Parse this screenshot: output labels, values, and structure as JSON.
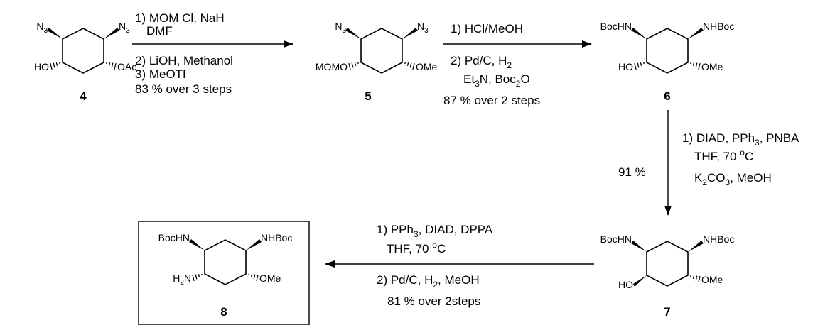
{
  "compounds": [
    {
      "id": "4",
      "substituents": {
        "tl": "N3",
        "tr": "N3",
        "bl": "HO",
        "br": "OAc"
      }
    },
    {
      "id": "5",
      "substituents": {
        "tl": "N3",
        "tr": "N3",
        "bl": "MOMO",
        "br": "OMe"
      }
    },
    {
      "id": "6",
      "substituents": {
        "tl": "BocHN",
        "tr": "NHBoc",
        "bl": "HO",
        "br": "OMe"
      }
    },
    {
      "id": "7",
      "substituents": {
        "tl": "BocHN",
        "tr": "NHBoc",
        "bl": "HO",
        "br": "OMe"
      }
    },
    {
      "id": "8",
      "substituents": {
        "tl": "BocHN",
        "tr": "NHBoc",
        "bl": "H2N",
        "br": "OMe"
      }
    }
  ],
  "steps": [
    {
      "from": "4",
      "to": "5",
      "above": [
        "1) MOM Cl, NaH",
        "DMF"
      ],
      "below": [
        "2) LiOH, Methanol",
        "3) MeOTf",
        "83 % over 3 steps"
      ]
    },
    {
      "from": "5",
      "to": "6",
      "above": [
        "1) HCl/MeOH"
      ],
      "below": [
        "2) Pd/C, H2",
        "Et3N, Boc2O",
        "87 % over 2 steps"
      ]
    },
    {
      "from": "6",
      "to": "7",
      "yield": "91 %",
      "conditions": [
        "1) DIAD, PPh3, PNBA",
        "THF, 70 oC",
        "K2CO3, MeOH"
      ]
    },
    {
      "from": "7",
      "to": "8",
      "above": [
        "1) PPh3, DIAD, DPPA",
        "THF, 70 oC"
      ],
      "below": [
        "2) Pd/C, H2, MeOH",
        "81 % over 2steps"
      ]
    }
  ],
  "highlight_box": "8"
}
